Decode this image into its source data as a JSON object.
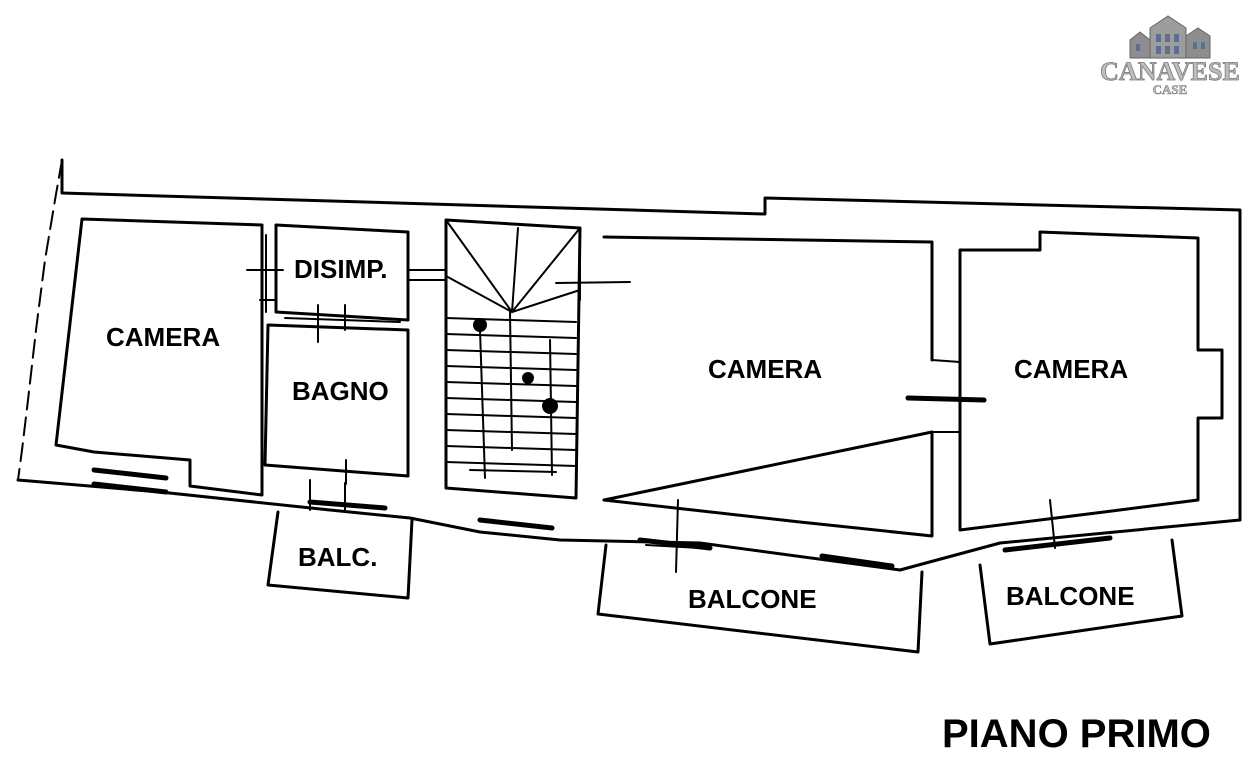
{
  "logo": {
    "name": "CANAVESE",
    "sub": "CASE"
  },
  "plan_title": "PIANO PRIMO",
  "rooms": {
    "camera_left": "CAMERA",
    "disimpegno": "DISIMP.",
    "bagno": "BAGNO",
    "camera_center": "CAMERA",
    "camera_right": "CAMERA",
    "balc_small": "BALC.",
    "balcone_center": "BALCONE",
    "balcone_right": "BALCONE"
  }
}
